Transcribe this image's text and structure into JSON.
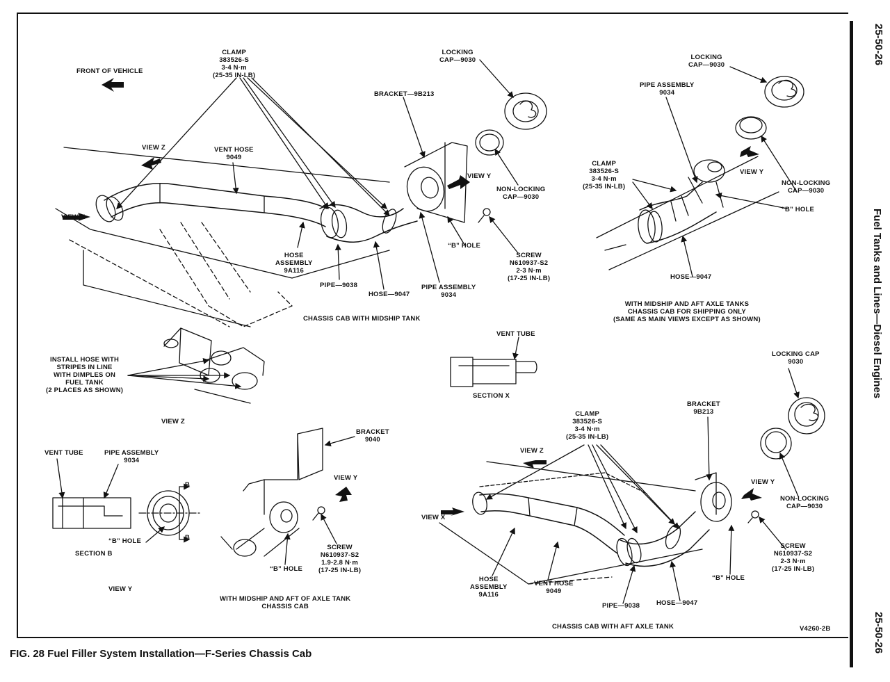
{
  "page": {
    "number_top": "25-50-26",
    "number_bottom": "25-50-26",
    "section_title": "Fuel Tanks and Lines—Diesel Engines",
    "figure_caption": "FIG. 28  Fuel Filler System Installation—F-Series Chassis Cab",
    "drawing_id": "V4260-2B"
  },
  "labels": {
    "front_of_vehicle": "FRONT OF VEHICLE",
    "clamp_main": "CLAMP\n383526-S\n3-4 N·m\n(25-35 IN-LB)",
    "locking_cap_main": "LOCKING\nCAP—9030",
    "bracket_main": "BRACKET—9B213",
    "view_z": "VIEW Z",
    "vent_hose_main": "VENT HOSE\n9049",
    "view_y_main": "VIEW Y",
    "non_locking_cap_main": "NON-LOCKING\nCAP—9030",
    "view_x_main": "VIEW X",
    "b_hole_main": "“B” HOLE",
    "screw_main": "SCREW\nN610937-S2\n2-3 N·m\n(17-25 IN-LB)",
    "hose_assembly_main": "HOSE\nASSEMBLY\n9A116",
    "pipe_main": "PIPE—9038",
    "hose_9047_main": "HOSE—9047",
    "pipe_assembly_main": "PIPE ASSEMBLY\n9034",
    "caption_midship": "CHASSIS CAB WITH MIDSHIP TANK",
    "locking_cap_ship": "LOCKING\nCAP—9030",
    "pipe_assembly_ship": "PIPE ASSEMBLY\n9034",
    "clamp_ship": "CLAMP\n383526-S\n3-4 N·m\n(25-35 IN-LB)",
    "view_y_ship": "VIEW Y",
    "non_locking_cap_ship": "NON-LOCKING\nCAP—9030",
    "b_hole_ship": "“B” HOLE",
    "hose_9047_ship": "HOSE—9047",
    "caption_shipping": "WITH MIDSHIP AND AFT AXLE TANKS\nCHASSIS CAB FOR SHIPPING ONLY\n(SAME AS MAIN VIEWS EXCEPT AS SHOWN)",
    "install_note": "INSTALL HOSE WITH\nSTRIPES IN LINE\nWITH DIMPLES ON\nFUEL TANK\n(2 PLACES AS SHOWN)",
    "view_z_caption": "VIEW Z",
    "vent_tube_x": "VENT TUBE",
    "section_x": "SECTION X",
    "vent_tube_b": "VENT TUBE",
    "pipe_assembly_b": "PIPE ASSEMBLY\n9034",
    "b_mark_1": "B",
    "b_mark_2": "B",
    "b_hole_b": "“B” HOLE",
    "section_b": "SECTION B",
    "view_y_caption": "VIEW Y",
    "bracket_9040": "BRACKET\n9040",
    "view_y_axle": "VIEW Y",
    "screw_axle": "SCREW\nN610937-S2\n1.9-2.8 N·m\n(17-25 IN-LB)",
    "b_hole_axle": "“B” HOLE",
    "caption_axle": "WITH MIDSHIP AND AFT OF AXLE TANK\nCHASSIS CAB",
    "locking_cap_aft": "LOCKING CAP\n9030",
    "bracket_aft": "BRACKET\n9B213",
    "clamp_aft": "CLAMP\n383526-S\n3-4 N·m\n(25-35 IN-LB)",
    "view_z_aft": "VIEW Z",
    "view_y_aft": "VIEW Y",
    "non_locking_cap_aft": "NON-LOCKING\nCAP—9030",
    "view_x_aft": "VIEW X",
    "screw_aft": "SCREW\nN610937-S2\n2-3 N·m\n(17-25 IN-LB)",
    "hose_assembly_aft": "HOSE\nASSEMBLY\n9A116",
    "vent_hose_aft": "VENT HOSE\n9049",
    "b_hole_aft": "“B” HOLE",
    "pipe_aft": "PIPE—9038",
    "hose_9047_aft": "HOSE—9047",
    "caption_aft": "CHASSIS CAB WITH AFT AXLE TANK"
  }
}
